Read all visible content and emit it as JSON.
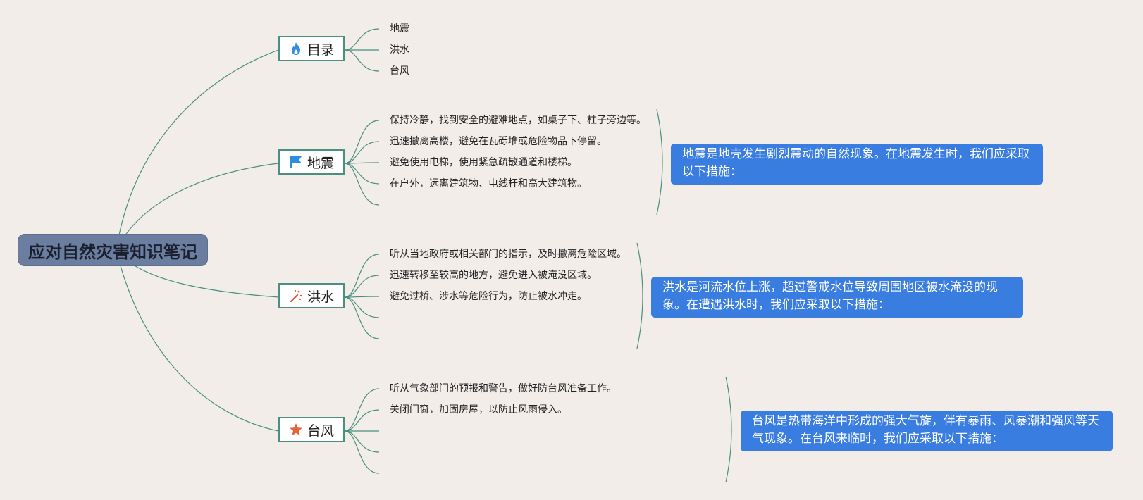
{
  "root": {
    "label": "应对自然灾害知识笔记"
  },
  "branches": [
    {
      "id": "toc",
      "label": "目录",
      "icon": "flame-icon",
      "icon_color": "#2f8de0",
      "leaves": [
        "地震",
        "洪水",
        "台风"
      ]
    },
    {
      "id": "earthquake",
      "label": "地震",
      "icon": "flag-icon",
      "icon_color": "#2f8de0",
      "leaves": [
        "保持冷静，找到安全的避难地点，如桌子下、柱子旁边等。",
        "迅速撤离高楼，避免在瓦砾堆或危险物品下停留。",
        "避免使用电梯，使用紧急疏散通道和楼梯。",
        "在户外，远离建筑物、电线杆和高大建筑物。",
        ""
      ],
      "summary": "地震是地壳发生剧烈震动的自然现象。在地震发生时，我们应采取以下措施："
    },
    {
      "id": "flood",
      "label": "洪水",
      "icon": "magic-wand-icon",
      "icon_color": "#e0523a",
      "leaves": [
        "听从当地政府或相关部门的指示，及时撤离危险区域。",
        "迅速转移至较高的地方，避免进入被淹没区域。",
        "避免过桥、涉水等危险行为，防止被水冲走。",
        "",
        ""
      ],
      "summary": "洪水是河流水位上涨，超过警戒水位导致周围地区被水淹没的现象。在遭遇洪水时，我们应采取以下措施："
    },
    {
      "id": "typhoon",
      "label": "台风",
      "icon": "star-icon",
      "icon_color": "#e0653a",
      "leaves": [
        "听从气象部门的预报和警告，做好防台风准备工作。",
        "关闭门窗，加固房屋，以防止风雨侵入。",
        "",
        "",
        ""
      ],
      "summary": "台风是热带海洋中形成的强大气旋，伴有暴雨、风暴潮和强风等天气现象。在台风来临时，我们应采取以下措施："
    }
  ],
  "colors": {
    "background": "#f2ede9",
    "line": "#4a8f80",
    "root_fill": "#6b7ea0",
    "summary_fill": "#3a7de0"
  }
}
